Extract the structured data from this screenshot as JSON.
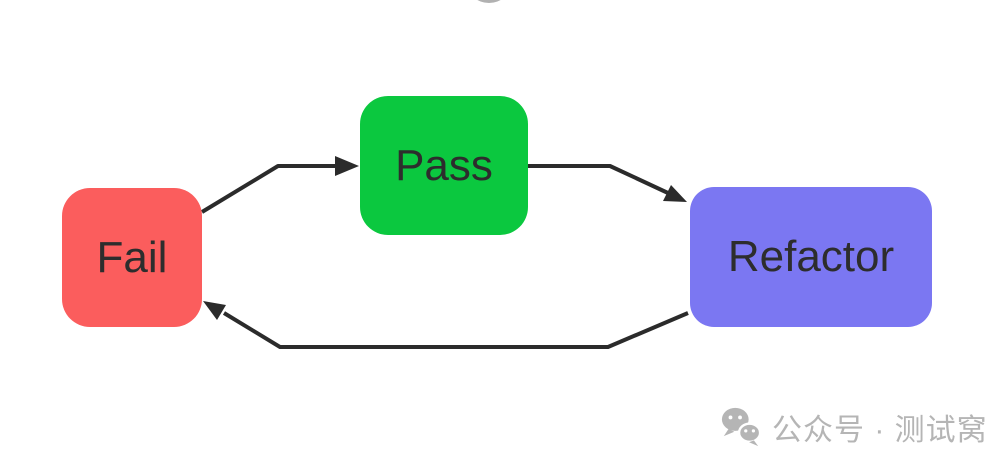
{
  "diagram": {
    "title": "",
    "nodes": [
      {
        "id": "fail",
        "label": "Fail",
        "color": "#fb5d5d"
      },
      {
        "id": "pass",
        "label": "Pass",
        "color": "#0bc83f"
      },
      {
        "id": "refactor",
        "label": "Refactor",
        "color": "#7b77f2"
      }
    ],
    "edges": [
      {
        "from": "fail",
        "to": "pass"
      },
      {
        "from": "pass",
        "to": "refactor"
      },
      {
        "from": "refactor",
        "to": "fail"
      }
    ]
  },
  "colors": {
    "background": "#ffffff",
    "node-fail": "#fb5d5d",
    "node-pass": "#0bc83f",
    "node-refactor": "#7b77f2",
    "node-text": "#2d2d2d",
    "arrow": "#2b2b2b",
    "watermark": "#b5b5b5"
  },
  "watermark": {
    "icon": "wechat-icon",
    "text": "公众号 · 测试窝"
  }
}
